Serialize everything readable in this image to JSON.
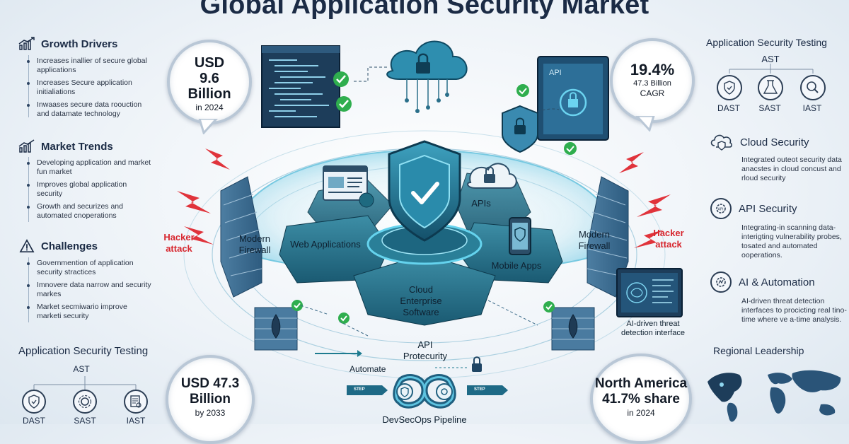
{
  "title": "Global Application Security Market",
  "left": {
    "growth": {
      "title": "Growth Drivers",
      "items": [
        "Increases inallier of secure global applications",
        "Increases Secure application initialiations",
        "Inwaases secure data roouction and datamate technology"
      ]
    },
    "trends": {
      "title": "Market Trends",
      "items": [
        "Developing application and market fun market",
        "Improves global application security",
        "Growth and securizes and automated cnoperations"
      ]
    },
    "challenges": {
      "title": "Challenges",
      "items": [
        "Governmention of application security stractices",
        "Imnovere data narrow and security markes",
        "Market secmiwario improve marketi security"
      ]
    },
    "ast": {
      "title": "Application Security Testing",
      "root": "AST",
      "nodes": [
        "DAST",
        "SAST",
        "IAST"
      ]
    }
  },
  "bubbles": {
    "tl": {
      "line1": "USD",
      "line2": "9.6",
      "line3": "Billion",
      "line4": "in 2024"
    },
    "tr": {
      "line1": "19.4%",
      "line2": "47.3 Billion",
      "line3": "CAGR"
    },
    "bl": {
      "line1": "USD 47.3",
      "line2": "Billion",
      "line3": "by 2033"
    },
    "br": {
      "line1": "North America",
      "line2": "41.7% share",
      "line3": "in 2024"
    }
  },
  "center": {
    "web_apps": "Web Applications",
    "apis": "APIs",
    "mobile": "Mobile Apps",
    "cloud": "Cloud Enterprise Software",
    "firewall_left": "Modern Firewall",
    "firewall_right": "Modern Firewall",
    "hacker_left": "Hacker attack",
    "hacker_right": "Hacker attack",
    "api_protecurity": "API Protecurity",
    "automate": "Automate",
    "step_left": "STEP",
    "step_right": "STEP",
    "devsecops": "DevSecOps Pipeline",
    "ai_detect": "AI-driven threat detection interface",
    "api_screen": "API"
  },
  "right": {
    "ast": {
      "title": "Application Security Testing",
      "root": "AST",
      "nodes": [
        "DAST",
        "SAST",
        "IAST"
      ]
    },
    "cloud": {
      "title": "Cloud Security",
      "desc": "Integrated outeot security data anacstes in cloud concust and rloud security"
    },
    "api": {
      "title": "API Security",
      "desc": "Integrating-in scanning data-interigting vulnerability probes, tosated and automated ooperations."
    },
    "ai": {
      "title": "AI & Automation",
      "desc": "AI-driven threat detection interfaces to procicting real tino-time where ve a-time analysis."
    },
    "regional": {
      "title": "Regional Leadership"
    }
  },
  "colors": {
    "navy": "#1b2b45",
    "teal": "#1e7b8f",
    "red": "#d7262e",
    "green": "#2fae4e"
  }
}
